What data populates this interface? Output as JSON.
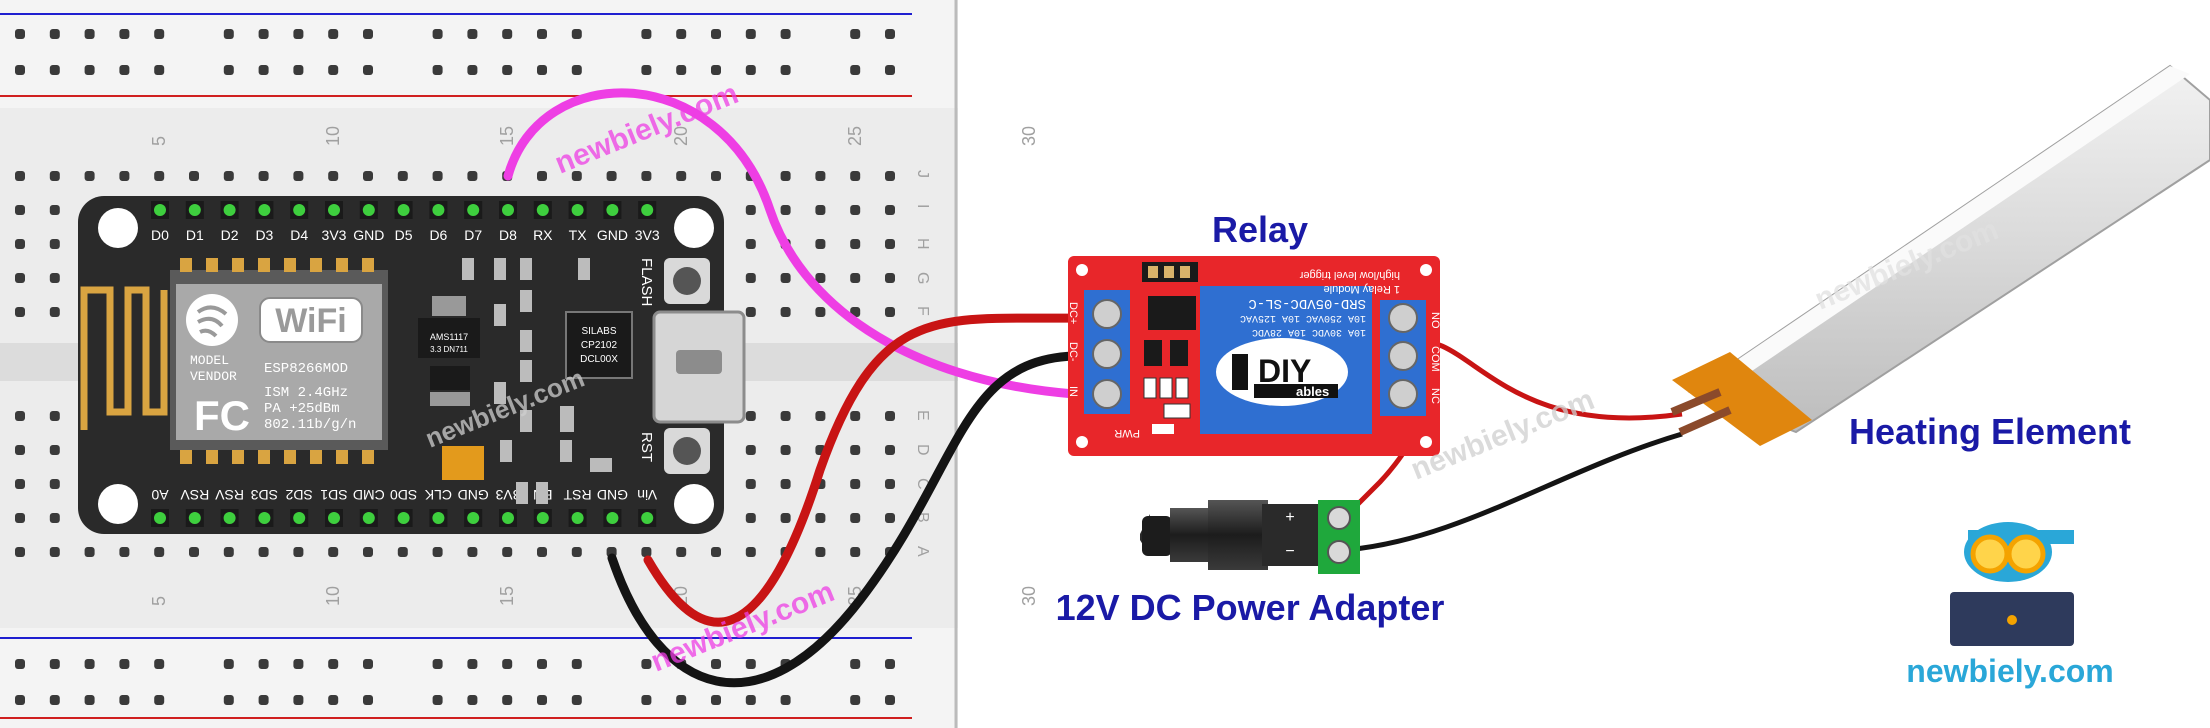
{
  "board": {
    "pins_top": [
      "D0",
      "D1",
      "D2",
      "D3",
      "D4",
      "3V3",
      "GND",
      "D5",
      "D6",
      "D7",
      "D8",
      "RX",
      "TX",
      "GND",
      "3V3"
    ],
    "pins_bottom": [
      "A0",
      "RSV",
      "RSV",
      "SD3",
      "SD2",
      "SD1",
      "CMD",
      "SD0",
      "CLK",
      "GND",
      "3V3",
      "EN",
      "RST",
      "GND",
      "Vin"
    ],
    "wifi_text": "WiFi",
    "module_lines": [
      "MODEL",
      "VENDOR",
      "ESP8266MOD",
      "ISM 2.4GHz",
      "PA  +25dBm",
      "802.11b/g/n"
    ],
    "fc_text": "FC",
    "button_flash": "FLASH",
    "button_rst": "RST",
    "regulator": "AMS1117",
    "regulator_sub": "3.3  DN711",
    "usb_chip": "SILABS",
    "usb_chip_sub": "CP2102",
    "usb_chip_sub2": "DCL00X"
  },
  "breadboard": {
    "col_numbers": [
      "5",
      "10",
      "15",
      "20",
      "25",
      "30"
    ],
    "row_letters": [
      "J",
      "I",
      "H",
      "G",
      "F",
      "E",
      "D",
      "C",
      "B",
      "A"
    ]
  },
  "relay": {
    "label": "Relay",
    "pins_left": [
      "DC+",
      "DC-",
      "IN"
    ],
    "pins_right": [
      "NO",
      "COM",
      "NC"
    ],
    "header_text": "1 Relay Module",
    "header_text2": "high/low level trigger",
    "coil_lines": [
      "SRD-05VDC-SL-C",
      "10A 250VAC 10A 125VAC",
      "10A 30VDC 10A 28VDC"
    ],
    "logo_main": "DIY",
    "logo_sub": "ables",
    "pwr_label": "PWR"
  },
  "adapter": {
    "label": "12V DC Power Adapter",
    "plus": "+",
    "minus": "−"
  },
  "heater": {
    "label": "Heating Element"
  },
  "brand": {
    "name": "newbiely.com",
    "watermark": "newbiely.com"
  },
  "colors": {
    "label_blue": "#1a1aa6",
    "brand_blue": "#2aa7d8",
    "wire_magenta": "#ee3ee4",
    "wire_red": "#c81414",
    "wire_black": "#141414",
    "relay_red": "#e8262a",
    "terminal_blue": "#2f6fd1",
    "board_black": "#2a2a2a",
    "pin_green": "#3ecf3e"
  }
}
